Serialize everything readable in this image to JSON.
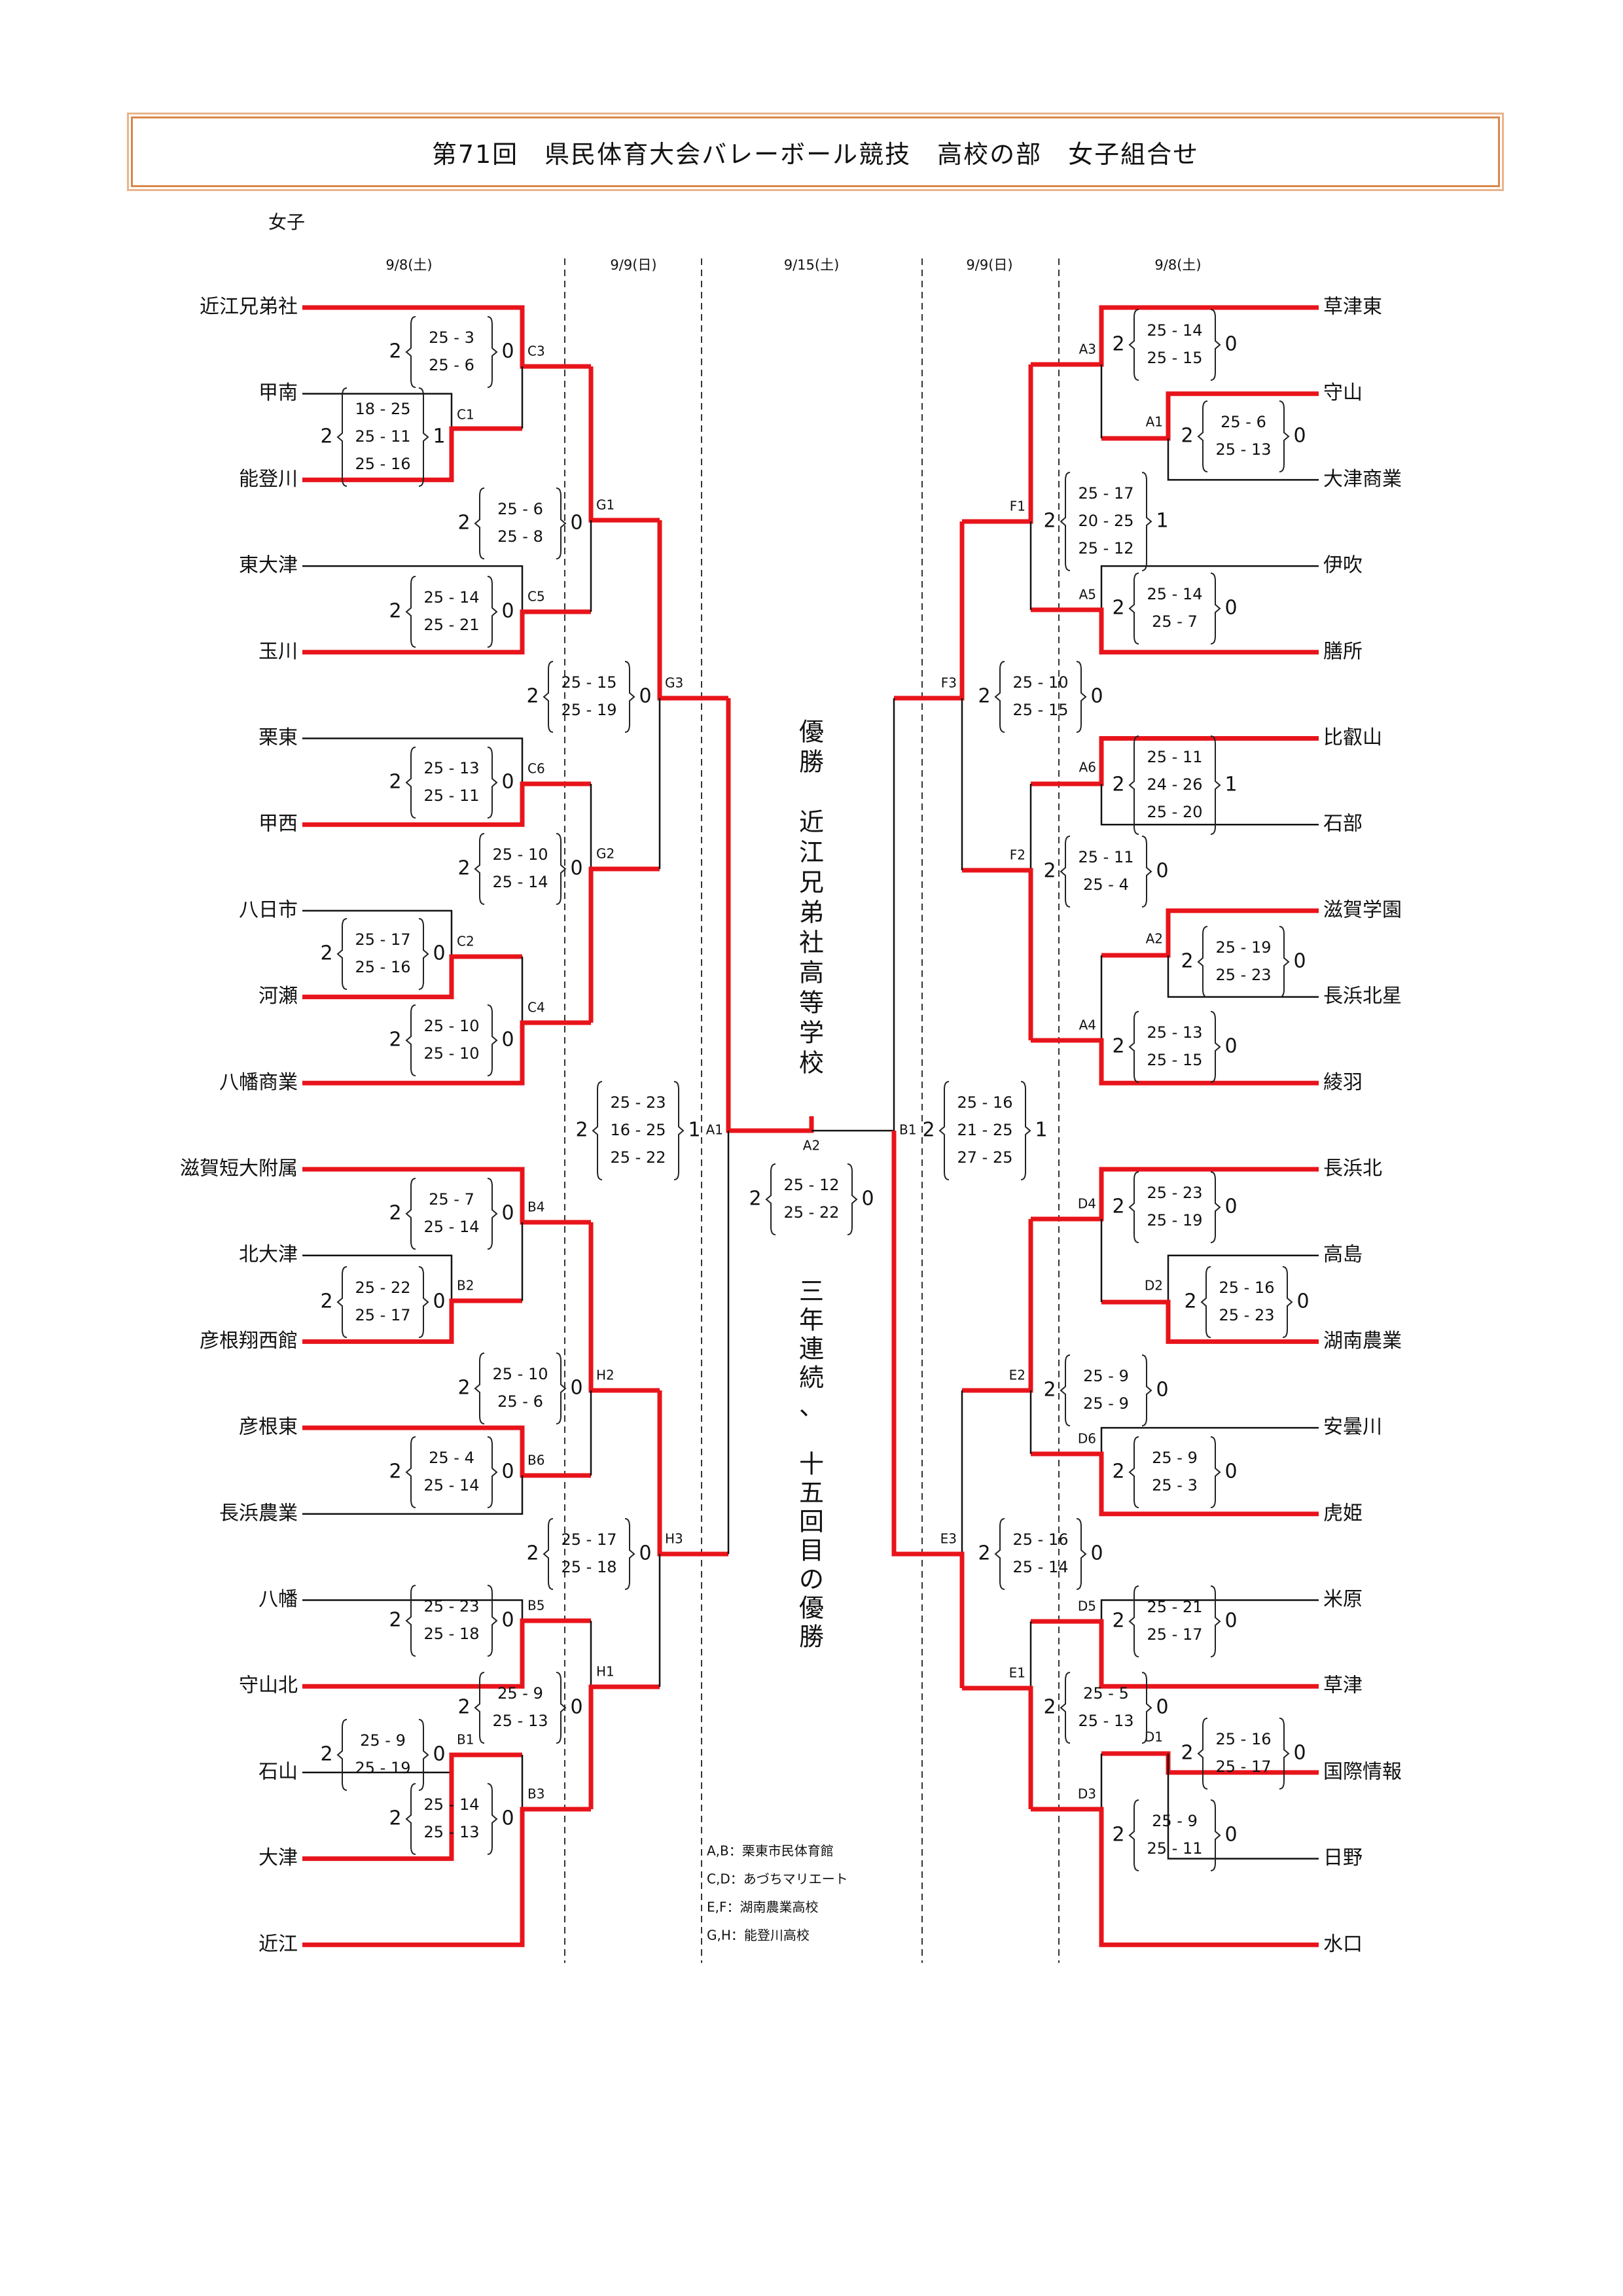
{
  "title": "第71回　県民体育大会バレーボール競技　高校の部　女子組合せ",
  "section": "女子",
  "dates": [
    "9/8(土)",
    "9/9(日)",
    "9/15(土)",
    "9/9(日)",
    "9/8(土)"
  ],
  "colors": {
    "winner_line": "#e8141b",
    "loser_line": "#111111",
    "title_border": "#d9874a"
  },
  "champion_text": [
    "優",
    "勝",
    "",
    "近",
    "江",
    "兄",
    "弟",
    "社",
    "高",
    "等",
    "学",
    "校"
  ],
  "champion_note": [
    "三",
    "年",
    "連",
    "続",
    "、",
    "",
    "十",
    "五",
    "回",
    "目",
    "の",
    "優",
    "勝"
  ],
  "left_teams": [
    "近江兄弟社",
    "甲南",
    "能登川",
    "東大津",
    "玉川",
    "栗東",
    "甲西",
    "八日市",
    "河瀬",
    "八幡商業",
    "滋賀短大附属",
    "北大津",
    "彦根翔西館",
    "彦根東",
    "長浜農業",
    "八幡",
    "守山北",
    "石山",
    "大津",
    "近江"
  ],
  "right_teams": [
    "草津東",
    "守山",
    "大津商業",
    "伊吹",
    "膳所",
    "比叡山",
    "石部",
    "滋賀学園",
    "長浜北星",
    "綾羽",
    "長浜北",
    "高島",
    "湖南農業",
    "安曇川",
    "虎姫",
    "米原",
    "草津",
    "国際情報",
    "日野",
    "水口"
  ],
  "matches": {
    "C1": {
      "code": "C1",
      "w": "2",
      "l": "1",
      "sets": [
        "18 - 25",
        "25 - 11",
        "25 - 16"
      ]
    },
    "C3": {
      "code": "C3",
      "w": "2",
      "l": "0",
      "sets": [
        "25 - 3",
        "25 - 6"
      ]
    },
    "C5": {
      "code": "C5",
      "w": "2",
      "l": "0",
      "sets": [
        "25 - 14",
        "25 - 21"
      ]
    },
    "G1": {
      "code": "G1",
      "w": "2",
      "l": "0",
      "sets": [
        "25 - 6",
        "25 - 8"
      ]
    },
    "C6": {
      "code": "C6",
      "w": "2",
      "l": "0",
      "sets": [
        "25 - 13",
        "25 - 11"
      ]
    },
    "C2": {
      "code": "C2",
      "w": "2",
      "l": "0",
      "sets": [
        "25 - 17",
        "25 - 16"
      ]
    },
    "C4": {
      "code": "C4",
      "w": "2",
      "l": "0",
      "sets": [
        "25 - 10",
        "25 - 10"
      ]
    },
    "G2": {
      "code": "G2",
      "w": "2",
      "l": "0",
      "sets": [
        "25 - 10",
        "25 - 14"
      ]
    },
    "G3": {
      "code": "G3",
      "w": "2",
      "l": "0",
      "sets": [
        "25 - 15",
        "25 - 19"
      ]
    },
    "B4": {
      "code": "B4",
      "w": "2",
      "l": "0",
      "sets": [
        "25 - 7",
        "25 - 14"
      ]
    },
    "B2": {
      "code": "B2",
      "w": "2",
      "l": "0",
      "sets": [
        "25 - 22",
        "25 - 17"
      ]
    },
    "B6": {
      "code": "B6",
      "w": "2",
      "l": "0",
      "sets": [
        "25 - 4",
        "25 - 14"
      ]
    },
    "H2": {
      "code": "H2",
      "w": "2",
      "l": "0",
      "sets": [
        "25 - 10",
        "25 - 6"
      ]
    },
    "B5": {
      "code": "B5",
      "w": "2",
      "l": "0",
      "sets": [
        "25 - 23",
        "25 - 18"
      ]
    },
    "B1": {
      "code": "B1",
      "w": "2",
      "l": "0",
      "sets": [
        "25 - 9",
        "25 - 19"
      ]
    },
    "B3": {
      "code": "B3",
      "w": "2",
      "l": "0",
      "sets": [
        "25 - 14",
        "25 - 13"
      ]
    },
    "H1": {
      "code": "H1",
      "w": "2",
      "l": "0",
      "sets": [
        "25 - 9",
        "25 - 13"
      ]
    },
    "H3": {
      "code": "H3",
      "w": "2",
      "l": "0",
      "sets": [
        "25 - 17",
        "25 - 18"
      ]
    },
    "SF_L": {
      "code": "A1",
      "w": "2",
      "l": "1",
      "sets": [
        "25 - 23",
        "16 - 25",
        "25 - 22"
      ]
    },
    "FINAL": {
      "code": "A2",
      "w": "2",
      "l": "0",
      "sets": [
        "25 - 12",
        "25 - 22"
      ]
    },
    "SF_R": {
      "code": "B1",
      "w": "2",
      "l": "1",
      "sets": [
        "25 - 16",
        "21 - 25",
        "27 - 25"
      ]
    },
    "A3": {
      "code": "A3",
      "w": "2",
      "l": "0",
      "sets": [
        "25 - 14",
        "25 - 15"
      ]
    },
    "A1": {
      "code": "A1",
      "w": "2",
      "l": "0",
      "sets": [
        "25 - 6",
        "25 - 13"
      ]
    },
    "A5": {
      "code": "A5",
      "w": "2",
      "l": "0",
      "sets": [
        "25 - 14",
        "25 - 7"
      ]
    },
    "F1": {
      "code": "F1",
      "w": "2",
      "l": "1",
      "sets": [
        "25 - 17",
        "20 - 25",
        "25 - 12"
      ]
    },
    "A6": {
      "code": "A6",
      "w": "2",
      "l": "1",
      "sets": [
        "25 - 11",
        "24 - 26",
        "25 - 20"
      ]
    },
    "A2": {
      "code": "A2",
      "w": "2",
      "l": "0",
      "sets": [
        "25 - 19",
        "25 - 23"
      ]
    },
    "A4": {
      "code": "A4",
      "w": "2",
      "l": "0",
      "sets": [
        "25 - 13",
        "25 - 15"
      ]
    },
    "F2": {
      "code": "F2",
      "w": "2",
      "l": "0",
      "sets": [
        "25 - 11",
        "25 - 4"
      ]
    },
    "F3": {
      "code": "F3",
      "w": "2",
      "l": "0",
      "sets": [
        "25 - 10",
        "25 - 15"
      ]
    },
    "D4": {
      "code": "D4",
      "w": "2",
      "l": "0",
      "sets": [
        "25 - 23",
        "25 - 19"
      ]
    },
    "D2": {
      "code": "D2",
      "w": "2",
      "l": "0",
      "sets": [
        "25 - 16",
        "25 - 23"
      ]
    },
    "D6": {
      "code": "D6",
      "w": "2",
      "l": "0",
      "sets": [
        "25 - 9",
        "25 - 3"
      ]
    },
    "E2": {
      "code": "E2",
      "w": "2",
      "l": "0",
      "sets": [
        "25 - 9",
        "25 - 9"
      ]
    },
    "D5": {
      "code": "D5",
      "w": "2",
      "l": "0",
      "sets": [
        "25 - 21",
        "25 - 17"
      ]
    },
    "D1": {
      "code": "D1",
      "w": "2",
      "l": "0",
      "sets": [
        "25 - 16",
        "25 - 17"
      ]
    },
    "D3": {
      "code": "D3",
      "w": "2",
      "l": "0",
      "sets": [
        "25 - 9",
        "25 - 11"
      ]
    },
    "E1": {
      "code": "E1",
      "w": "2",
      "l": "0",
      "sets": [
        "25 - 5",
        "25 - 13"
      ]
    },
    "E3": {
      "code": "E3",
      "w": "2",
      "l": "0",
      "sets": [
        "25 - 16",
        "25 - 14"
      ]
    }
  },
  "venues": [
    "A,B：栗東市民体育館",
    "C,D：あづちマリエート",
    "E,F：湖南農業高校",
    "G,H：能登川高校"
  ]
}
